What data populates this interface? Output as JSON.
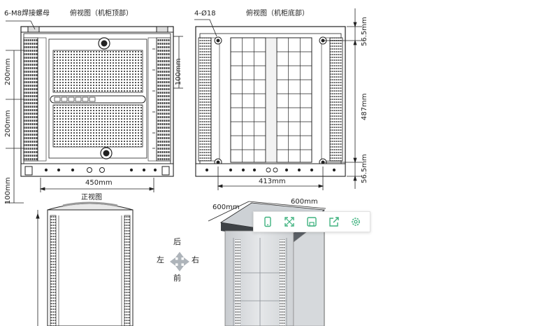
{
  "labels": {
    "nut_label": "6-M8焊接螺母",
    "top_view_title": "俯视图（机柜顶部）",
    "hole_label": "4-Ø18",
    "bottom_view_title": "俯视图（机柜底部）",
    "front_view_title": "正视图",
    "dim_200_upper": "200mm",
    "dim_200_lower": "200mm",
    "dim_100_left": "100mm",
    "dim_100_inner": "100mm",
    "dim_450": "450mm",
    "dim_413": "413mm",
    "dim_56_top": "56.5mm",
    "dim_487": "487mm",
    "dim_56_bottom": "56.5mm",
    "dim_600_left": "600mm",
    "dim_600_right": "600mm"
  },
  "compass": {
    "back": "后",
    "left": "左",
    "right": "右",
    "front": "前",
    "color": "#aeb4ba"
  },
  "toolbar": {
    "accent": "#3fb27f",
    "buttons": [
      {
        "name": "phone-icon"
      },
      {
        "name": "expand-icon"
      },
      {
        "name": "save-icon"
      },
      {
        "name": "share-icon"
      },
      {
        "name": "settings-icon"
      }
    ]
  }
}
